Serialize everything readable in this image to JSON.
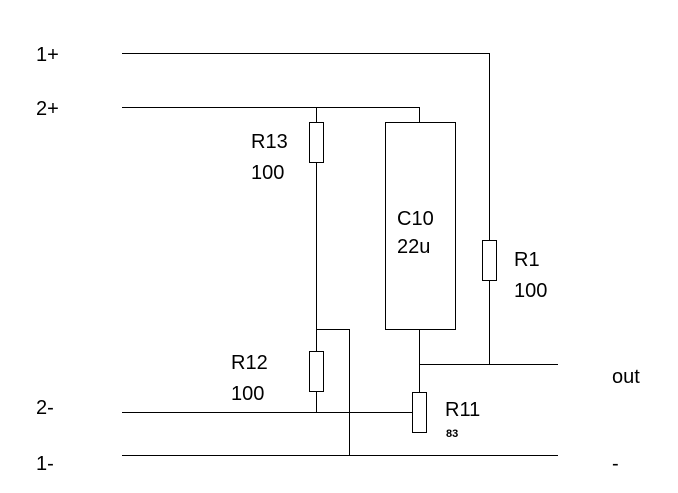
{
  "terminals": {
    "in1_plus": "1+",
    "in2_plus": "2+",
    "in2_minus": "2-",
    "in1_minus": "1-",
    "out": "out",
    "minus": "-"
  },
  "components": {
    "r13": {
      "name": "R13",
      "value": "100"
    },
    "r12": {
      "name": "R12",
      "value": "100"
    },
    "c10": {
      "name": "C10",
      "value": "22u"
    },
    "r1": {
      "name": "R1",
      "value": "100"
    },
    "r11": {
      "name": "R11",
      "value": "83"
    }
  }
}
